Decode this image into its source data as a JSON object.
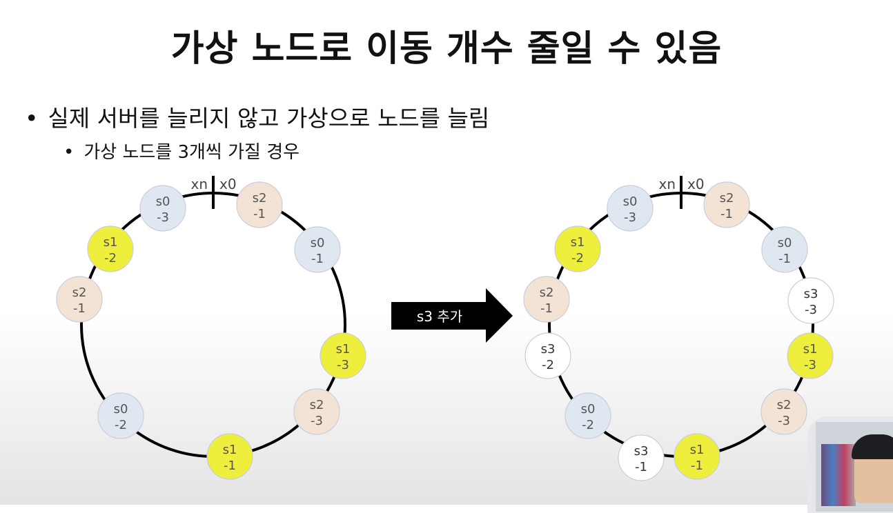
{
  "title": "가상 노드로 이동 개수 줄일 수 있음",
  "bullets": [
    {
      "text": "실제 서버를 늘리지 않고 가상으로 노드를 늘림",
      "level": 1
    },
    {
      "text": "가상 노드를 3개씩 가질 경우",
      "level": 2
    }
  ],
  "markers": {
    "left": "xn",
    "right": "x0"
  },
  "arrow_label": "s3 추가",
  "colors": {
    "s0": "#dfe7f1",
    "s1": "#eeee3c",
    "s2": "#f3e3d5",
    "s3": "#ffffff"
  },
  "ring_before": [
    {
      "server": "s0",
      "replica": "-3"
    },
    {
      "server": "s2",
      "replica": "-1"
    },
    {
      "server": "s0",
      "replica": "-1"
    },
    {
      "server": "s1",
      "replica": "-3"
    },
    {
      "server": "s2",
      "replica": "-3"
    },
    {
      "server": "s1",
      "replica": "-1"
    },
    {
      "server": "s0",
      "replica": "-2"
    },
    {
      "server": "s2",
      "replica": "-1"
    },
    {
      "server": "s1",
      "replica": "-2"
    }
  ],
  "ring_after": [
    {
      "server": "s0",
      "replica": "-3"
    },
    {
      "server": "s2",
      "replica": "-1"
    },
    {
      "server": "s0",
      "replica": "-1"
    },
    {
      "server": "s3",
      "replica": "-3"
    },
    {
      "server": "s1",
      "replica": "-3"
    },
    {
      "server": "s2",
      "replica": "-3"
    },
    {
      "server": "s1",
      "replica": "-1"
    },
    {
      "server": "s3",
      "replica": "-1"
    },
    {
      "server": "s0",
      "replica": "-2"
    },
    {
      "server": "s3",
      "replica": "-2"
    },
    {
      "server": "s2",
      "replica": "-1"
    },
    {
      "server": "s1",
      "replica": "-2"
    }
  ]
}
